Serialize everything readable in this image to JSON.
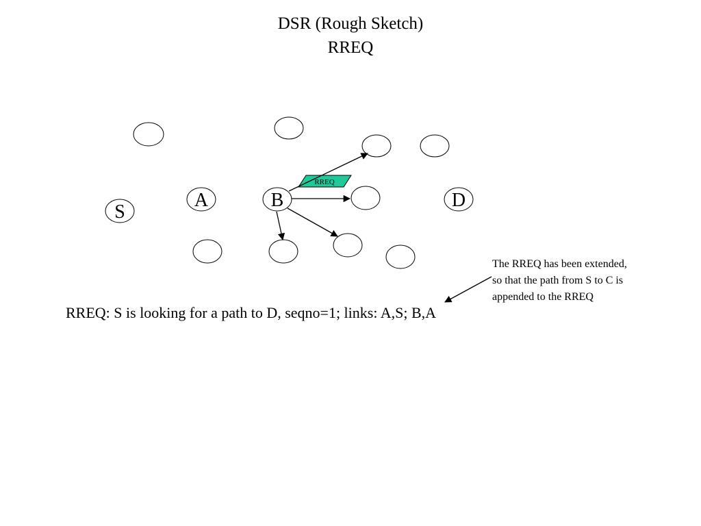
{
  "slide": {
    "title_line1": "DSR (Rough Sketch)",
    "title_line2": "RREQ"
  },
  "nodes": {
    "s": "S",
    "a": "A",
    "b": "B",
    "d": "D"
  },
  "packet_label": "RREQ",
  "note_lines": [
    "The RREQ has been extended,",
    "so that the path from S to C is",
    "appended to the RREQ"
  ],
  "caption": "RREQ: S is looking for a path to D, seqno=1; links: A,S; B,A"
}
